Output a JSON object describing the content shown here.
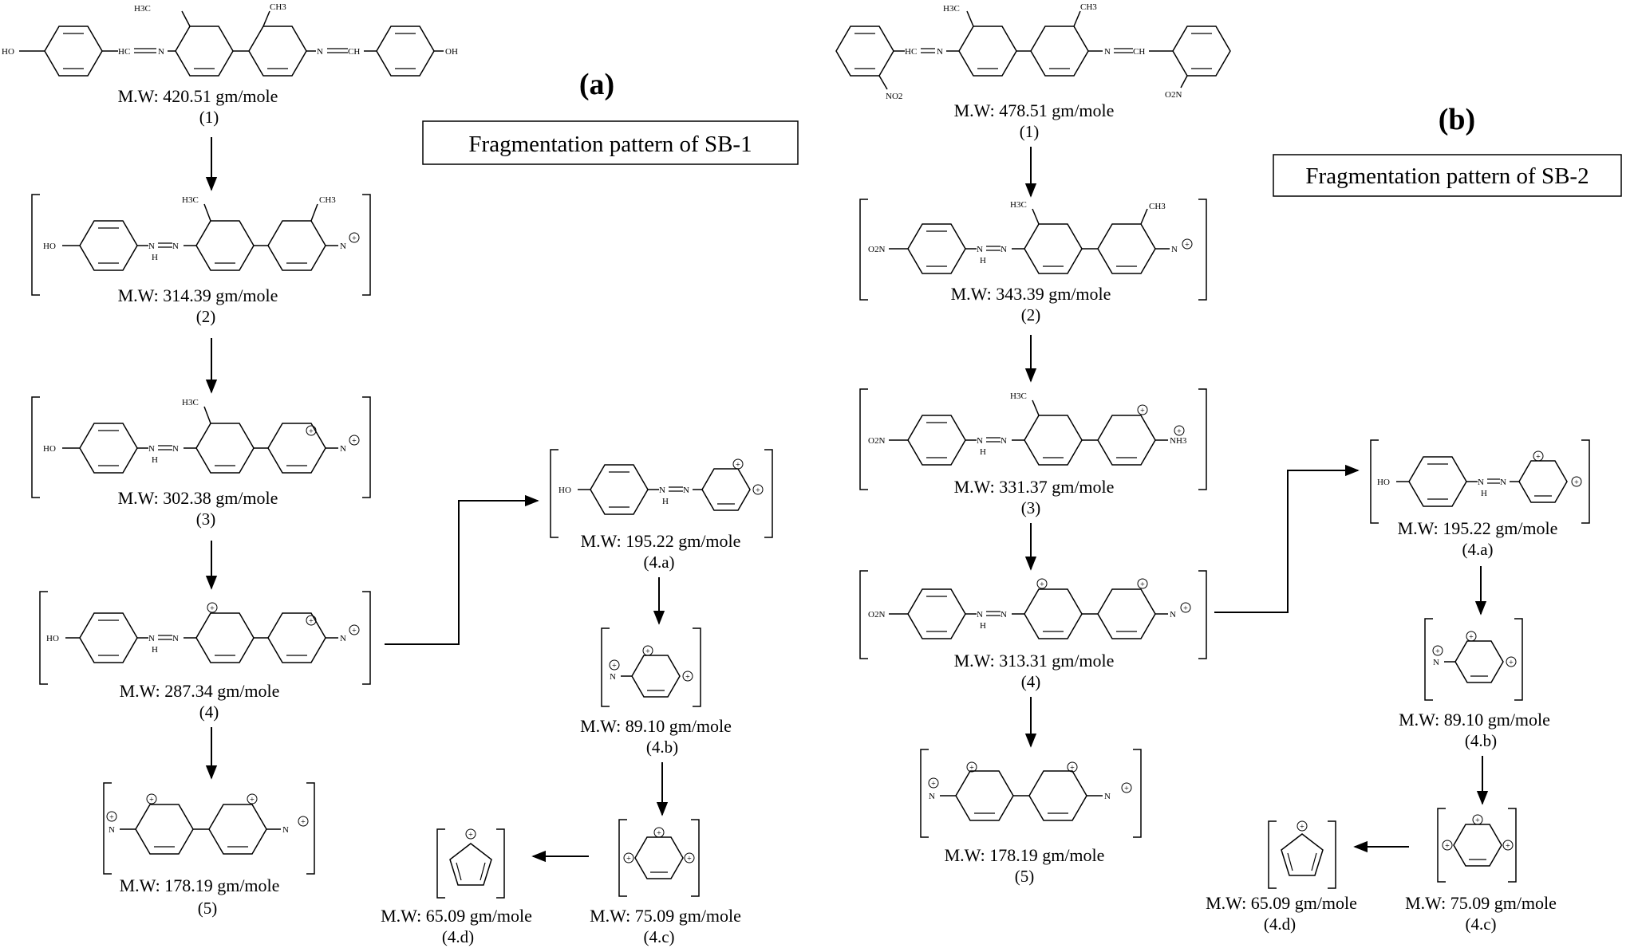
{
  "panel_a": {
    "label": "(a)",
    "title": "Fragmentation pattern of SB-1",
    "fragments": [
      {
        "id": "1",
        "mw": "M.W: 420.51 gm/mole",
        "num": "(1)"
      },
      {
        "id": "2",
        "mw": "M.W: 314.39 gm/mole",
        "num": "(2)"
      },
      {
        "id": "3",
        "mw": "M.W: 302.38 gm/mole",
        "num": "(3)"
      },
      {
        "id": "4",
        "mw": "M.W: 287.34 gm/mole",
        "num": "(4)"
      },
      {
        "id": "5",
        "mw": "M.W: 178.19 gm/mole",
        "num": "(5)"
      },
      {
        "id": "4a",
        "mw": "M.W: 195.22 gm/mole",
        "num": "(4.a)"
      },
      {
        "id": "4b",
        "mw": "M.W: 89.10 gm/mole",
        "num": "(4.b)"
      },
      {
        "id": "4c",
        "mw": "M.W: 75.09 gm/mole",
        "num": "(4.c)"
      },
      {
        "id": "4d",
        "mw": "M.W: 65.09 gm/mole",
        "num": "(4.d)"
      }
    ]
  },
  "panel_b": {
    "label": "(b)",
    "title": "Fragmentation pattern of SB-2",
    "fragments": [
      {
        "id": "1",
        "mw": "M.W: 478.51 gm/mole",
        "num": "(1)"
      },
      {
        "id": "2",
        "mw": "M.W: 343.39 gm/mole",
        "num": "(2)"
      },
      {
        "id": "3",
        "mw": "M.W: 331.37 gm/mole",
        "num": "(3)"
      },
      {
        "id": "4",
        "mw": "M.W: 313.31 gm/mole",
        "num": "(4)"
      },
      {
        "id": "5",
        "mw": "M.W: 178.19 gm/mole",
        "num": "(5)"
      },
      {
        "id": "4a",
        "mw": "M.W: 195.22 gm/mole",
        "num": "(4.a)"
      },
      {
        "id": "4b",
        "mw": "M.W: 89.10 gm/mole",
        "num": "(4.b)"
      },
      {
        "id": "4c",
        "mw": "M.W: 75.09 gm/mole",
        "num": "(4.c)"
      },
      {
        "id": "4d",
        "mw": "M.W: 65.09 gm/mole",
        "num": "(4.d)"
      }
    ]
  },
  "atoms": {
    "ho": "HO",
    "oh": "OH",
    "h3c": "H3C",
    "ch3": "CH3",
    "n": "N",
    "nh3": "NH3",
    "hc": "HC",
    "ch": "CH",
    "h": "H",
    "o2n": "O2N",
    "no2": "NO2"
  }
}
